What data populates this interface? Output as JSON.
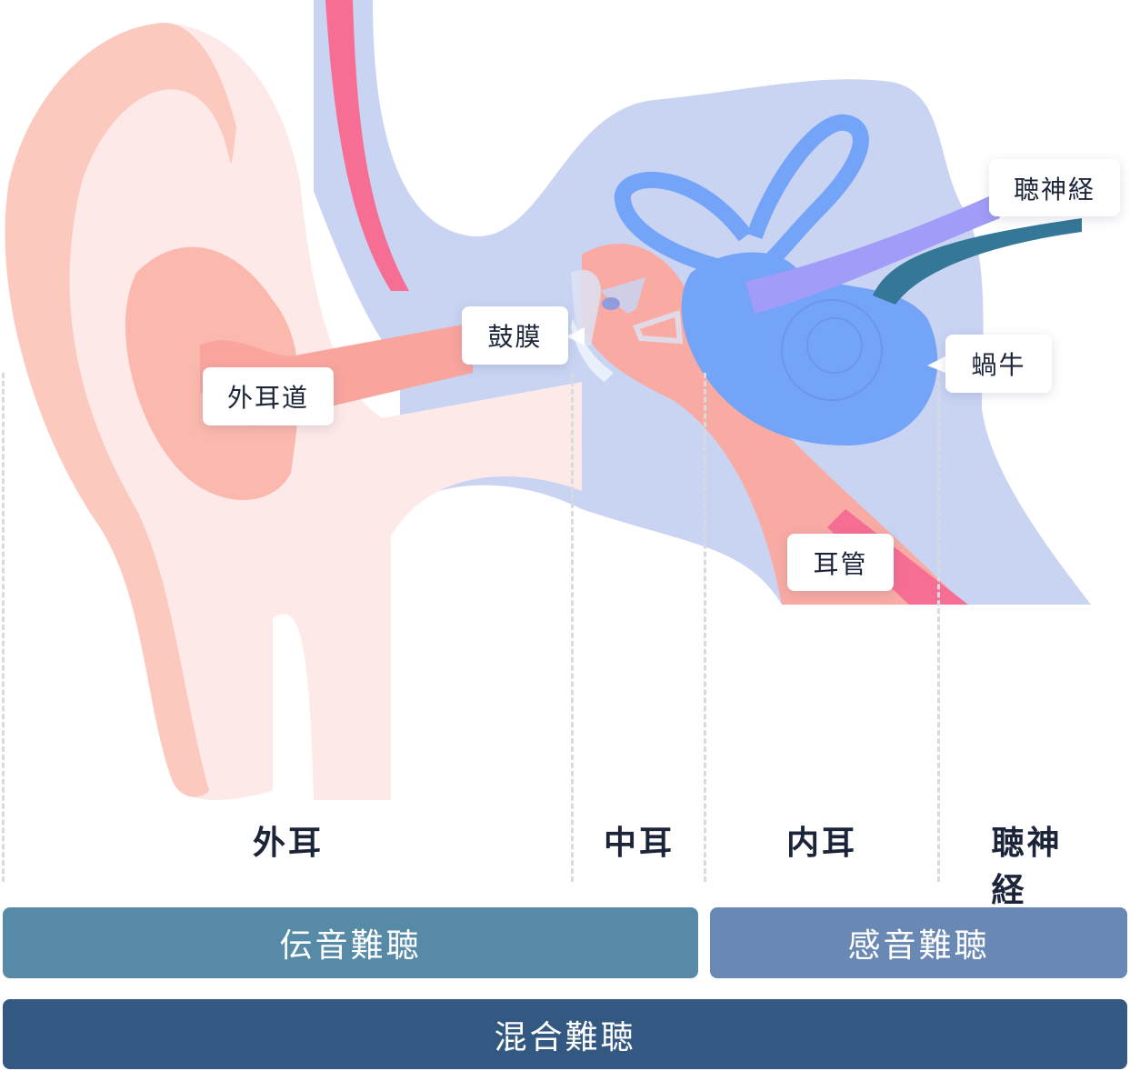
{
  "callouts": {
    "ear_canal": "外耳道",
    "eardrum": "鼓膜",
    "auditory_nerve": "聴神経",
    "cochlea": "蝸牛",
    "eustachian_tube": "耳管"
  },
  "sections": [
    "外耳",
    "中耳",
    "内耳",
    "聴神経"
  ],
  "hearing_loss": {
    "conductive": "伝音難聴",
    "sensorineural": "感音難聴",
    "mixed": "混合難聴"
  },
  "colors": {
    "conductive": "#568aa6",
    "sensorineural": "#6a88b4",
    "mixed": "#335881",
    "skin": "#fcc9bf",
    "bone": "#c9d3f2",
    "inner_ear": "#74a4f8",
    "nerve": "#a09cf7",
    "nerve_dark": "#347796",
    "vessel": "#f66e94"
  }
}
